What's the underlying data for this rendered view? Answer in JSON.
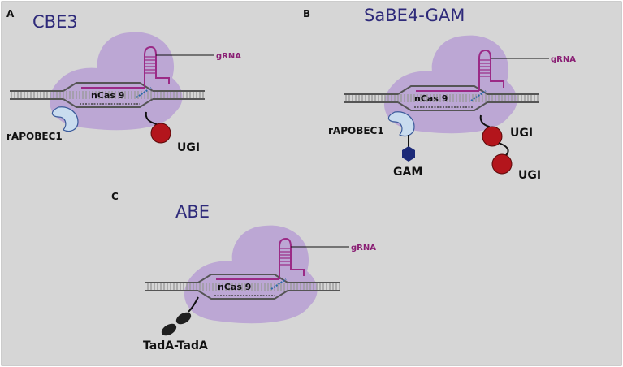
{
  "panels": {
    "a": {
      "letter": "A",
      "title": "CBE3",
      "grna": "gRNA",
      "ncas": "nCas 9",
      "deaminase": "rAPOBEC1",
      "ugi": "UGI"
    },
    "b": {
      "letter": "B",
      "title": "SaBE4-GAM",
      "grna": "gRNA",
      "ncas": "nCas 9",
      "deaminase": "rAPOBEC1",
      "gam": "GAM",
      "ugi1": "UGI",
      "ugi2": "UGI"
    },
    "c": {
      "letter": "C",
      "title": "ABE",
      "grna": "gRNA",
      "ncas": "nCas 9",
      "tada": "TadA-TadA"
    }
  },
  "colors": {
    "background": "#d6d6d6",
    "protein_blob": "#b79fd4",
    "rna": "#9b2a86",
    "ugi": "#b3151c",
    "apobec": "#c9dcef",
    "gam": "#1c2a78",
    "tada": "#1f1f1f",
    "title": "#2e2a7a"
  }
}
